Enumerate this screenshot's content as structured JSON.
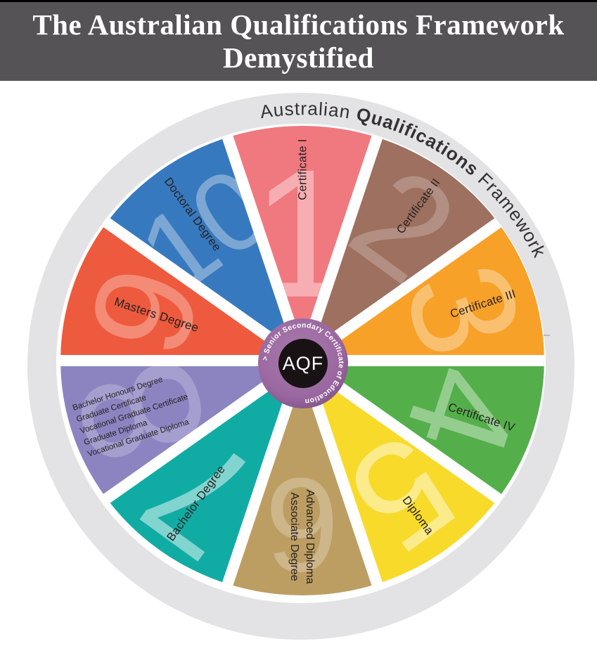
{
  "banner": {
    "line1": "The Australian Qualifications Framework",
    "line2": "Demystified",
    "bg": "#565356",
    "text_color": "#ffffff"
  },
  "outer_ring": {
    "color": "#E3E3E5",
    "label_parts": [
      "Australian ",
      "Qualifications",
      " Framework"
    ],
    "text_color": "#343132"
  },
  "center": {
    "badge_text": "AQF",
    "ring_text": "> Senior Secondary Certificate of Education",
    "badge_bg": "#191215",
    "circle_gradient": [
      "#A97BAD",
      "#7D4D83"
    ],
    "text_color": "#ffffff"
  },
  "segments": [
    {
      "level": "1",
      "color": "#F0797F",
      "lines": [
        "Certificate I"
      ]
    },
    {
      "level": "2",
      "color": "#9D705F",
      "lines": [
        "Certificate II"
      ]
    },
    {
      "level": "3",
      "color": "#F7A129",
      "lines": [
        "Certificate III"
      ]
    },
    {
      "level": "4",
      "color": "#54AF4B",
      "lines": [
        "Certificate IV"
      ]
    },
    {
      "level": "5",
      "color": "#F8DA2B",
      "lines": [
        "Diploma"
      ]
    },
    {
      "level": "6",
      "color": "#BD9E62",
      "lines": [
        "Advanced Diploma",
        "Associate Degree"
      ]
    },
    {
      "level": "7",
      "color": "#10ACA4",
      "lines": [
        "Bachelor Degree"
      ]
    },
    {
      "level": "8",
      "color": "#8B84C0",
      "lines": [
        "Bachelor Honours Degree",
        "Graduate Certificate",
        "Vocational Graduate Certificate",
        "Graduate Diploma",
        "Vocational Graduate Diploma"
      ]
    },
    {
      "level": "9",
      "color": "#EE5A3D",
      "lines": [
        "Masters Degree"
      ]
    },
    {
      "level": "10",
      "color": "#3779BE",
      "lines": [
        "Doctoral Degree"
      ]
    }
  ]
}
